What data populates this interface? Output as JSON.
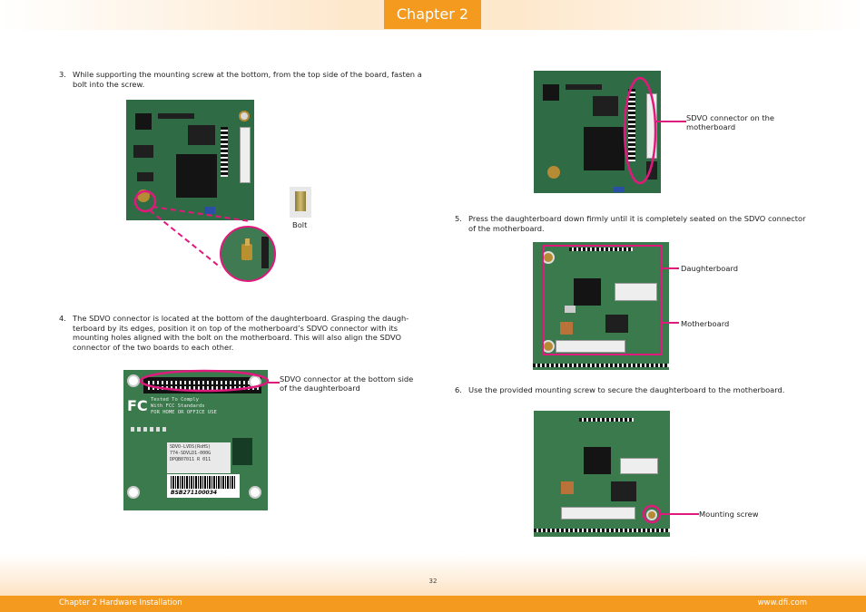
{
  "header": {
    "chapter": "Chapter 2"
  },
  "steps": {
    "s3": {
      "num": "3.",
      "text": "While supporting the mounting screw at the bottom, from the top side of the board, fasten a bolt into the screw."
    },
    "s4": {
      "num": "4.",
      "text": "The SDVO connector is located at the bottom of the daughterboard. Grasping the daugh-terboard by its edges, position it on top of the motherboard’s SDVO connector with its mounting holes aligned with the bolt on the motherboard. This will also align the SDVO connector of the two boards to each other."
    },
    "s5": {
      "num": "5.",
      "text": "Press the daughterboard down firmly until it is completely seated on the SDVO connector of the motherboard."
    },
    "s6": {
      "num": "6.",
      "text": "Use the provided mounting screw to secure the daughterboard to the motherboard."
    }
  },
  "labels": {
    "bolt": "Bolt",
    "sdvo_mb": "SDVO connector on the motherboard",
    "sdvo_db": "SDVO connector at the bottom side of the daughterboard",
    "daughterboard": "Daughterboard",
    "motherboard": "Motherboard",
    "mounting_screw": "Mounting screw"
  },
  "sticker": {
    "fcc_line1": "Tested To Comply",
    "fcc_line2": "With FCC Standards",
    "fcc_line3": "FOR HOME OR OFFICE USE",
    "part1": "SDVO-LVDS(RoHS)",
    "part2": "774-SDVLD1-000G",
    "part3": "DPQB07011  R 011",
    "barcode": "BSB271100034"
  },
  "footer": {
    "page": "32",
    "left": "Chapter 2 Hardware Installation",
    "right": "www.dfi.com"
  },
  "colors": {
    "accent": "#f39a1f",
    "highlight": "#e0197d",
    "pcb": "#2f6b44"
  }
}
